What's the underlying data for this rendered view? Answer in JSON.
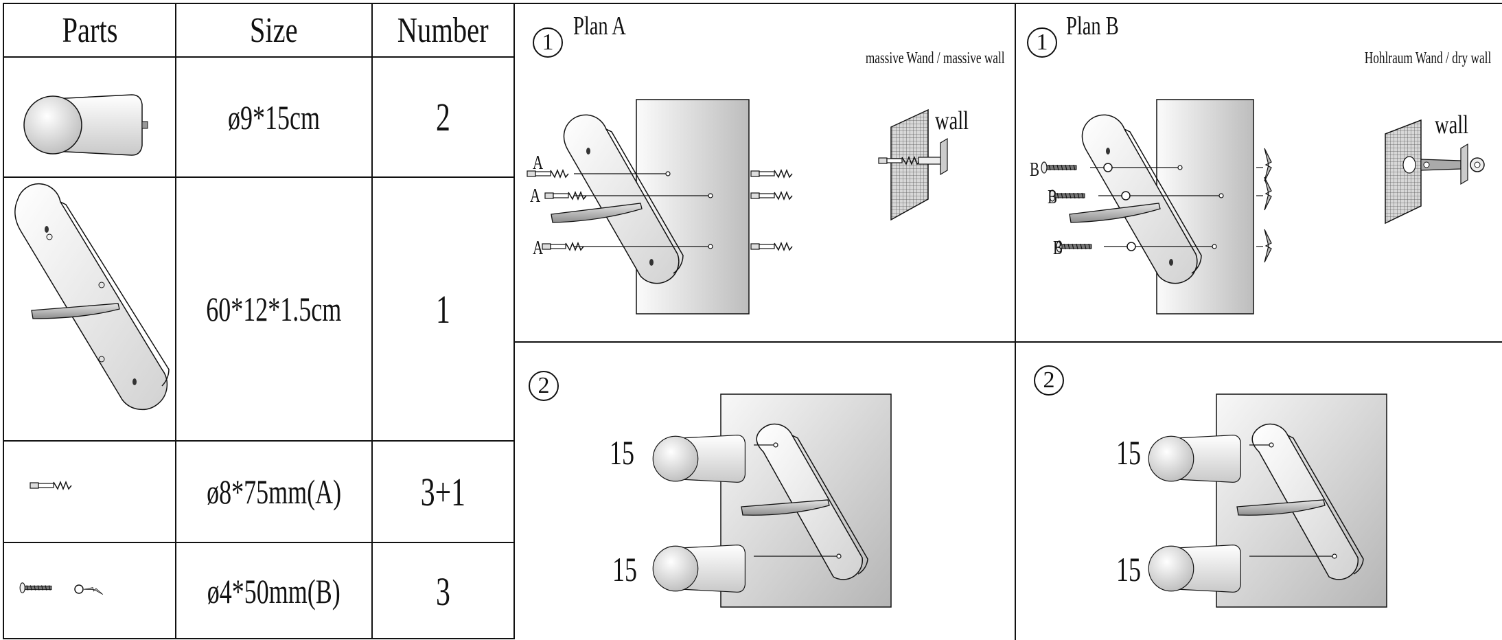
{
  "table": {
    "headers": [
      "Parts",
      "Size",
      "Number"
    ],
    "rows": [
      {
        "part": "rod-cylinder",
        "size": "ø9*15cm",
        "number": "2"
      },
      {
        "part": "bracket-board",
        "size": "60*12*1.5cm",
        "number": "1"
      },
      {
        "part": "anchor-screw-a",
        "size": "ø8*75mm(A)",
        "number": "3+1"
      },
      {
        "part": "screw-b-set",
        "size": "ø4*50mm(B)",
        "number": "3"
      }
    ]
  },
  "panels": {
    "plan_a": {
      "step": "1",
      "title": "Plan A",
      "wall_type": "massive Wand / massive wall",
      "wall_label": "wall",
      "screw_letter": "A"
    },
    "plan_b": {
      "step": "1",
      "title": "Plan B",
      "wall_type": "Hohlraum Wand / dry wall",
      "wall_label": "wall",
      "screw_letter": "B"
    },
    "step2_a": {
      "step": "2",
      "label_top": "15",
      "label_bottom": "15"
    },
    "step2_b": {
      "step": "2",
      "label_top": "15",
      "label_bottom": "15"
    }
  },
  "colors": {
    "line": "#111111",
    "wall_light": "#f4f4f4",
    "wall_dark": "#b8b8b8"
  }
}
